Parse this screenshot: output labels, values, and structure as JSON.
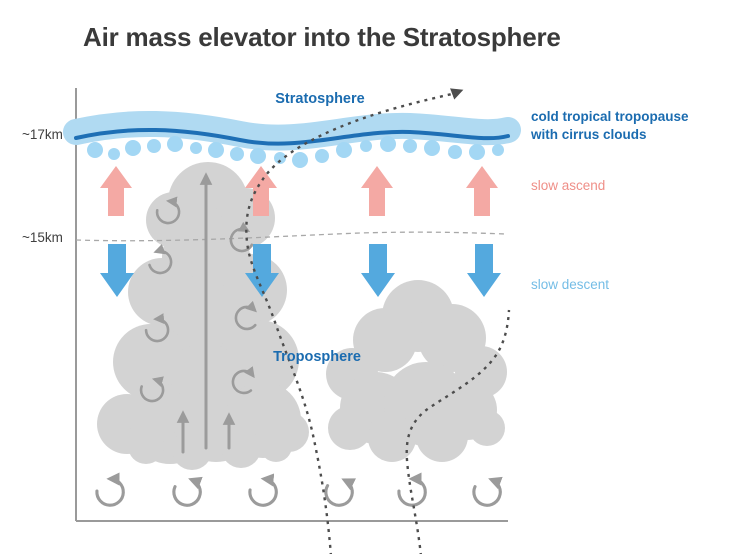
{
  "title": "Air mass elevator into the Stratosphere",
  "diagram": {
    "region_labels": {
      "stratosphere": "Stratosphere",
      "troposphere": "Troposphere"
    },
    "altitude_labels": {
      "tropopause": "~17km",
      "descent_level": "~15km"
    },
    "legend": {
      "tropopause_line1": "cold tropical tropopause",
      "tropopause_line2": "with cirrus clouds",
      "ascend": "slow ascend",
      "descend": "slow descent"
    },
    "colors": {
      "title_text": "#3a3a3a",
      "blue_text": "#1b6cb0",
      "ascend_arrow": "#f4a9a4",
      "ascend_text": "#ef8f88",
      "descend_arrow": "#54a9de",
      "descend_text": "#74bde6",
      "tropopause_band": "#b0daf2",
      "tropopause_line": "#1e6fb5",
      "cirrus_clouds": "#a3d7f4",
      "convective_clouds": "#d3d3d3",
      "convection_arrows": "#9b9b9b",
      "trajectory": "#4d4d4d",
      "axis": "#9a9a9a"
    }
  }
}
